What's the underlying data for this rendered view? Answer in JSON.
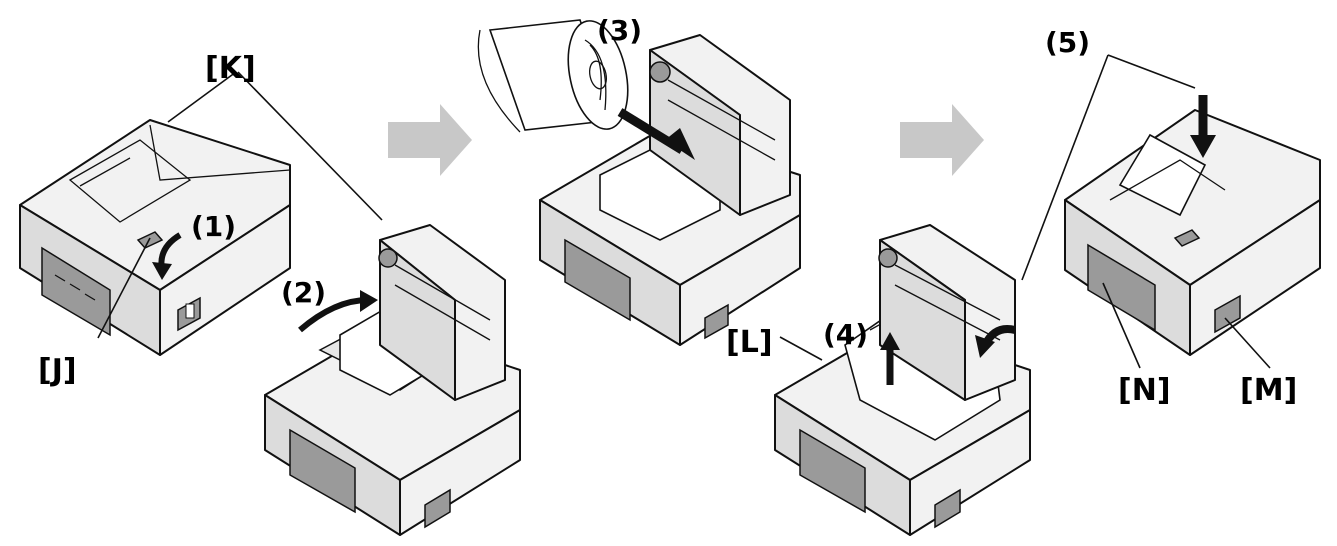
{
  "labels": {
    "K": "[K]",
    "J": "[J]",
    "L": "[L]",
    "N": "[N]",
    "M": "[M]"
  },
  "steps": {
    "s1": "(1)",
    "s2": "(2)",
    "s3": "(3)",
    "s4": "(4)",
    "s5": "(5)"
  },
  "colors": {
    "flow_arrow": "#c8c8c8",
    "line": "#111111",
    "printer_body": "#f2f2f2",
    "printer_shadow": "#dcdcdc"
  },
  "icons": {
    "flow": "right-arrow-icon",
    "rotate": "curved-arrow-icon"
  }
}
